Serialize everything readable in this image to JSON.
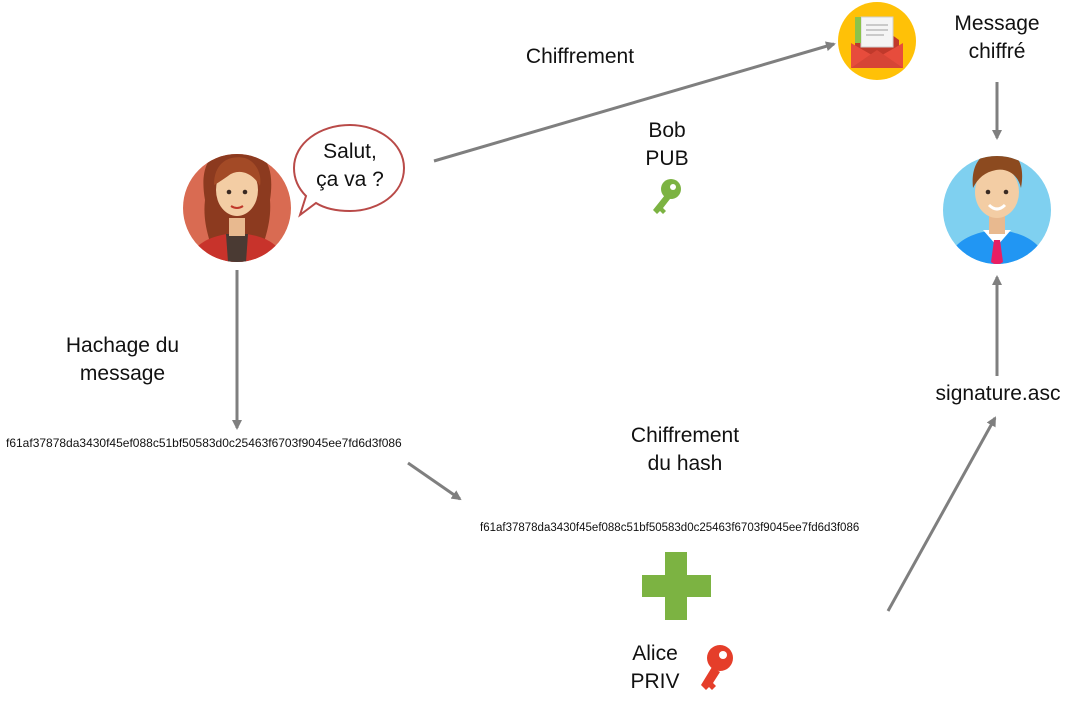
{
  "bubble": {
    "line1": "Salut,",
    "line2": "ça va ?"
  },
  "labels": {
    "chiffrement": "Chiffrement",
    "message_chiffre_1": "Message",
    "message_chiffre_2": "chiffré",
    "bob_key_1": "Bob",
    "bob_key_2": "PUB",
    "hachage_1": "Hachage du",
    "hachage_2": "message",
    "chiffrement_hash_1": "Chiffrement",
    "chiffrement_hash_2": "du hash",
    "signature": "signature.asc",
    "alice_key_1": "Alice",
    "alice_key_2": "PRIV"
  },
  "hashes": {
    "hash_top": "f61af37878da3430f45ef088c51bf50583d0c25463f6703f9045ee7fd6d3f086",
    "hash_bottom": "f61af37878da3430f45ef088c51bf50583d0c25463f6703f9045ee7fd6d3f086"
  },
  "colors": {
    "arrow": "#7f7f7f",
    "pub_key": "#7cb342",
    "priv_key": "#e53e2a",
    "plus": "#7cb342",
    "alice_bg": "#d96b52",
    "bob_bg": "#7fd0f0",
    "envelope_bg": "#ffc107"
  },
  "icons": [
    "alice-avatar-icon",
    "bob-avatar-icon",
    "envelope-icon",
    "key-icon",
    "plus-icon",
    "speech-bubble-icon"
  ]
}
